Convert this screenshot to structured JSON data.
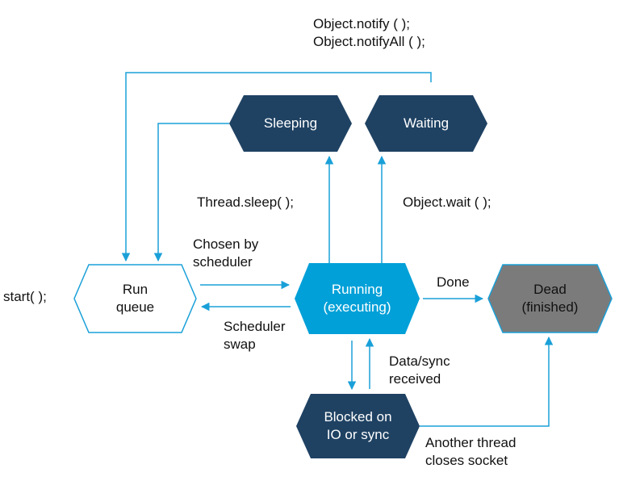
{
  "colors": {
    "dark_state": "#1f4263",
    "active_state": "#02a0d8",
    "dead_state": "#7b7b7b",
    "dead_border": "#1aa0d8",
    "line": "#1aa0d8",
    "run_queue_border": "#1aa0d8"
  },
  "states": {
    "sleeping": "Sleeping",
    "waiting": "Waiting",
    "run_queue": [
      "Run",
      "queue"
    ],
    "running": [
      "Running",
      "(executing)"
    ],
    "dead": [
      "Dead",
      "(finished)"
    ],
    "blocked": [
      "Blocked on",
      "IO or sync"
    ]
  },
  "labels": {
    "notify": [
      "Object.notify ( );",
      "Object.notifyAll ( );"
    ],
    "thread_sleep": "Thread.sleep( );",
    "object_wait": "Object.wait ( );",
    "chosen": [
      "Chosen by",
      "scheduler"
    ],
    "swap": [
      "Scheduler",
      "swap"
    ],
    "done": "Done",
    "start": "start( );",
    "data_sync": [
      "Data/sync",
      "received"
    ],
    "closes": [
      "Another thread",
      "closes socket"
    ]
  }
}
